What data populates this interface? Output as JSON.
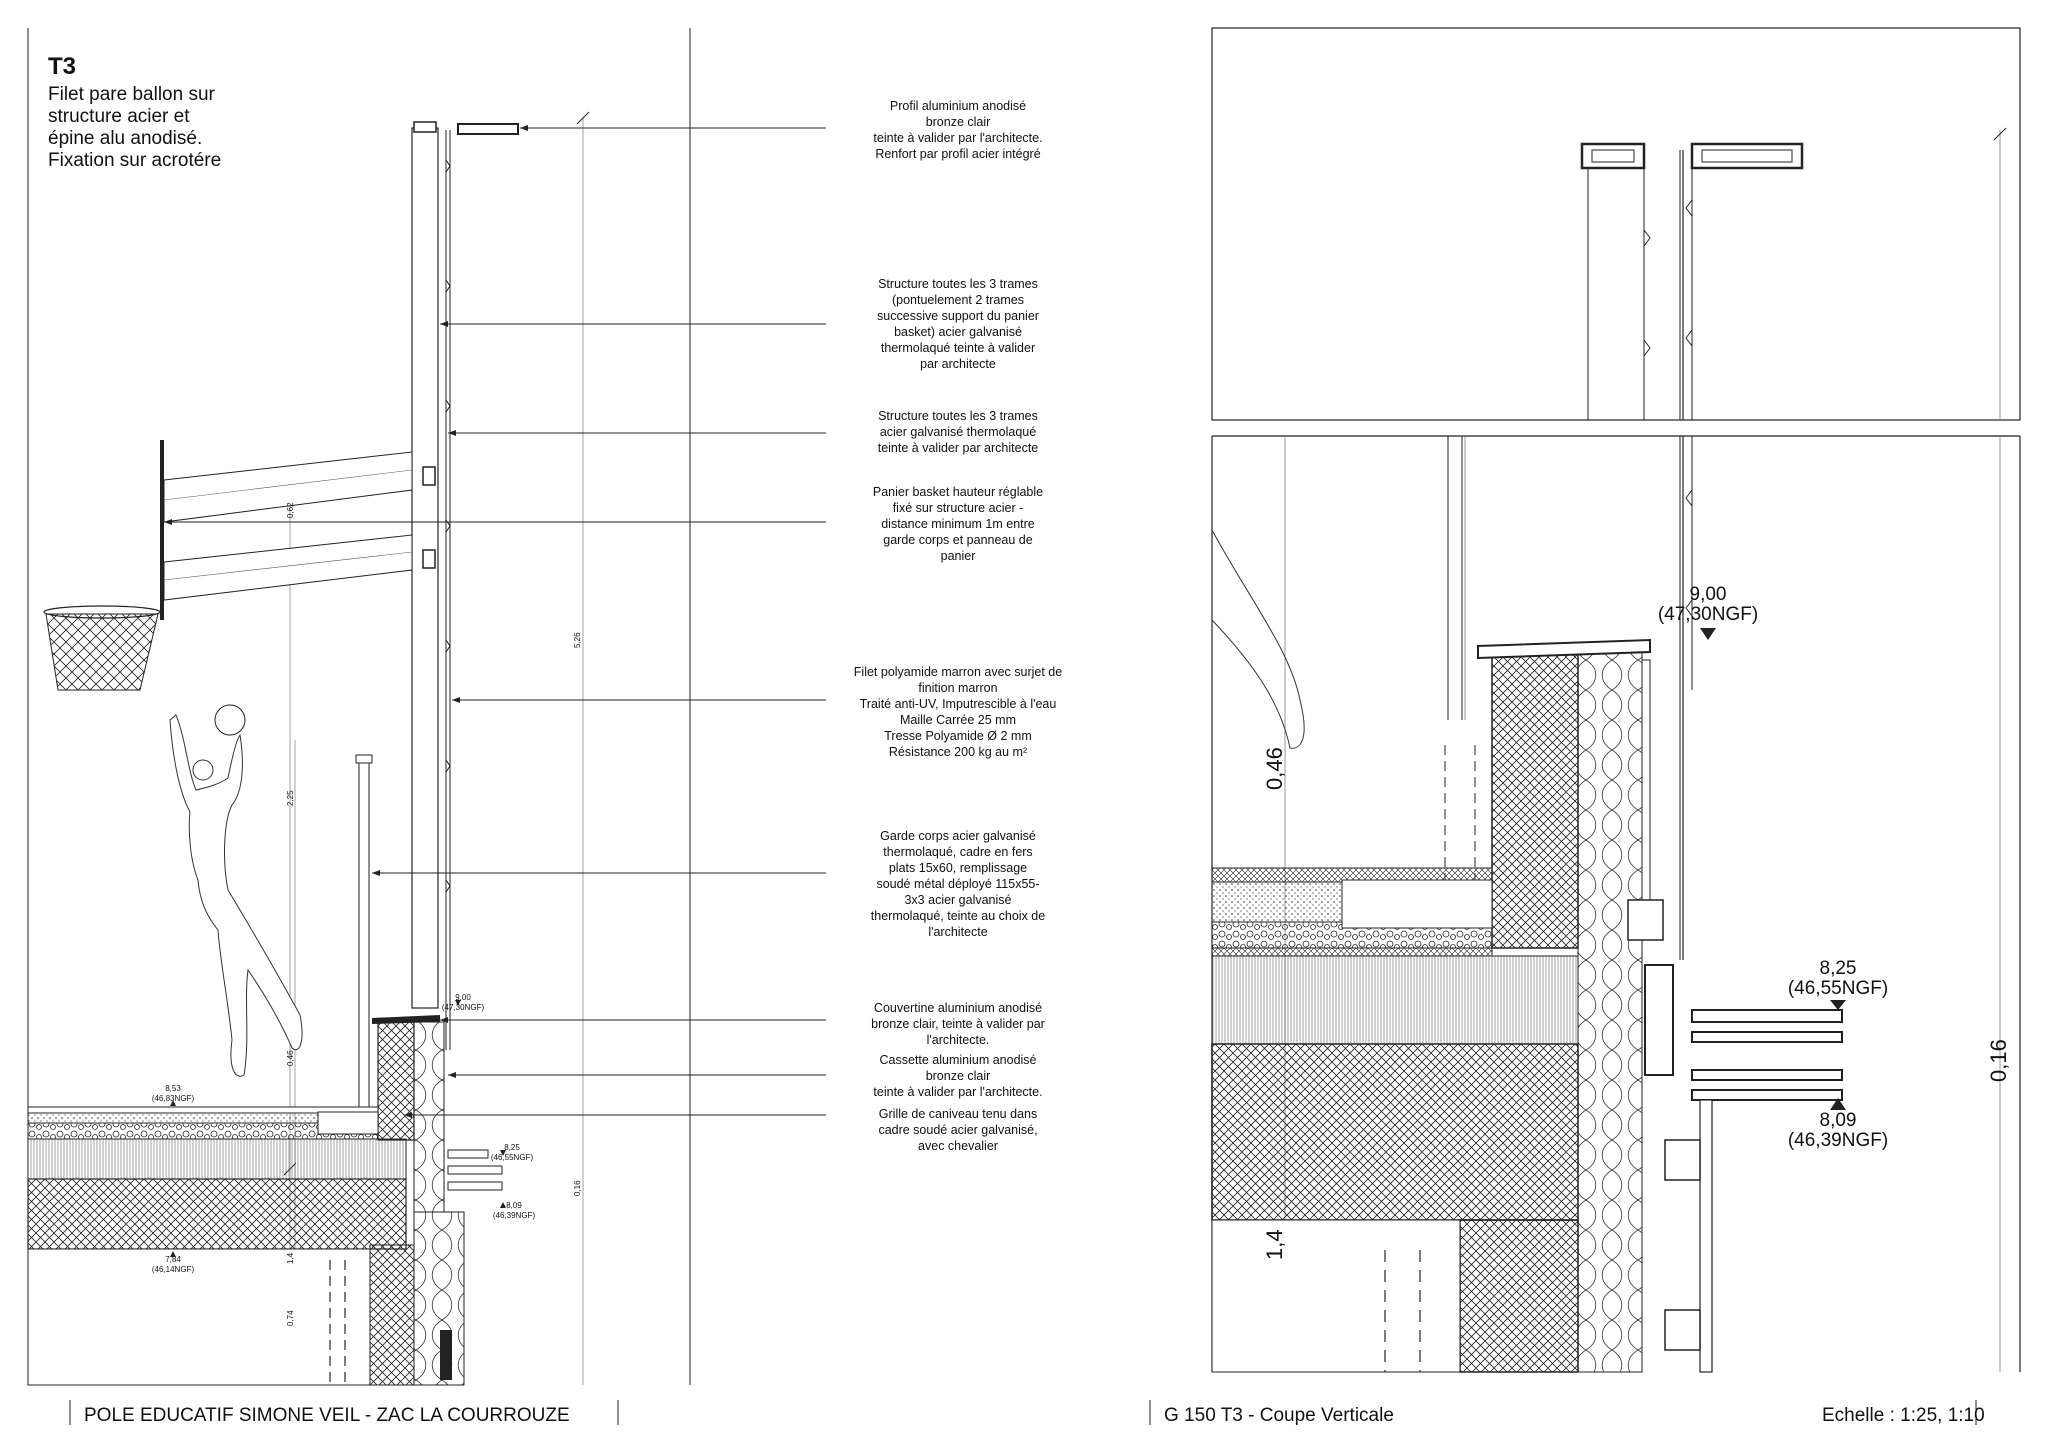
{
  "header": {
    "code": "T3",
    "description": [
      "Filet pare ballon sur",
      "structure acier et",
      "épine alu anodisé.",
      "Fixation sur acrotére"
    ]
  },
  "annotations": [
    {
      "lines": [
        "Profil aluminium anodisé",
        "bronze clair",
        "teinte à valider par l'architecte.",
        "Renfort par profil acier intégré"
      ]
    },
    {
      "lines": [
        "Structure toutes les 3 trames",
        "(pontuelement 2 trames",
        "successive support du panier",
        "basket) acier galvanisé",
        "thermolaqué teinte à valider",
        "par architecte"
      ]
    },
    {
      "lines": [
        "Structure toutes les 3 trames",
        "acier galvanisé thermolaqué",
        "teinte à valider par architecte"
      ]
    },
    {
      "lines": [
        "Panier basket hauteur réglable",
        "fixé sur structure acier -",
        "distance minimum 1m entre",
        "garde corps et panneau de",
        "panier"
      ]
    },
    {
      "lines": [
        "Filet polyamide marron avec surjet de",
        "finition marron",
        "Traité anti-UV, Imputrescible à l'eau",
        "Maille Carrée 25 mm",
        "Tresse Polyamide Ø 2 mm",
        "Résistance 200 kg au m²"
      ]
    },
    {
      "lines": [
        "Garde corps acier galvanisé",
        "thermolaqué, cadre en fers",
        "plats 15x60, remplissage",
        "soudé métal déployé 115x55-",
        "3x3 acier galvanisé",
        "thermolaqué, teinte au choix de",
        "l'architecte"
      ]
    },
    {
      "lines": [
        "Couvertine aluminium anodisé",
        "bronze clair, teinte à valider par",
        "l'architecte."
      ]
    },
    {
      "lines": [
        "Cassette aluminium anodisé",
        "bronze clair",
        "teinte à valider par l'architecte."
      ]
    },
    {
      "lines": [
        "Grille de caniveau tenu dans",
        "cadre soudé acier galvanisé,",
        "avec chevalier"
      ]
    }
  ],
  "left_levels": [
    {
      "value": "9,00",
      "ngf": "(47,30NGF)"
    },
    {
      "value": "8,53",
      "ngf": "(46,83NGF)"
    },
    {
      "value": "8,25",
      "ngf": "(46,55NGF)"
    },
    {
      "value": "8,09",
      "ngf": "(46,39NGF)"
    },
    {
      "value": "7,84",
      "ngf": "(46,14NGF)"
    }
  ],
  "left_dims": [
    "5,26",
    "0,62",
    "2,25",
    "0,46",
    "0,16",
    "0,74",
    "1,4"
  ],
  "right_levels": [
    {
      "value": "9,00",
      "ngf": "(47,30NGF)"
    },
    {
      "value": "8,25",
      "ngf": "(46,55NGF)"
    },
    {
      "value": "8,09",
      "ngf": "(46,39NGF)"
    }
  ],
  "right_dims": [
    "0,46",
    "0,16",
    "1,4"
  ],
  "footer": {
    "project": "POLE EDUCATIF SIMONE VEIL - ZAC LA COURROUZE",
    "sheet": "G 150 T3 - Coupe Verticale",
    "scale": "Echelle : 1:25, 1:10"
  }
}
